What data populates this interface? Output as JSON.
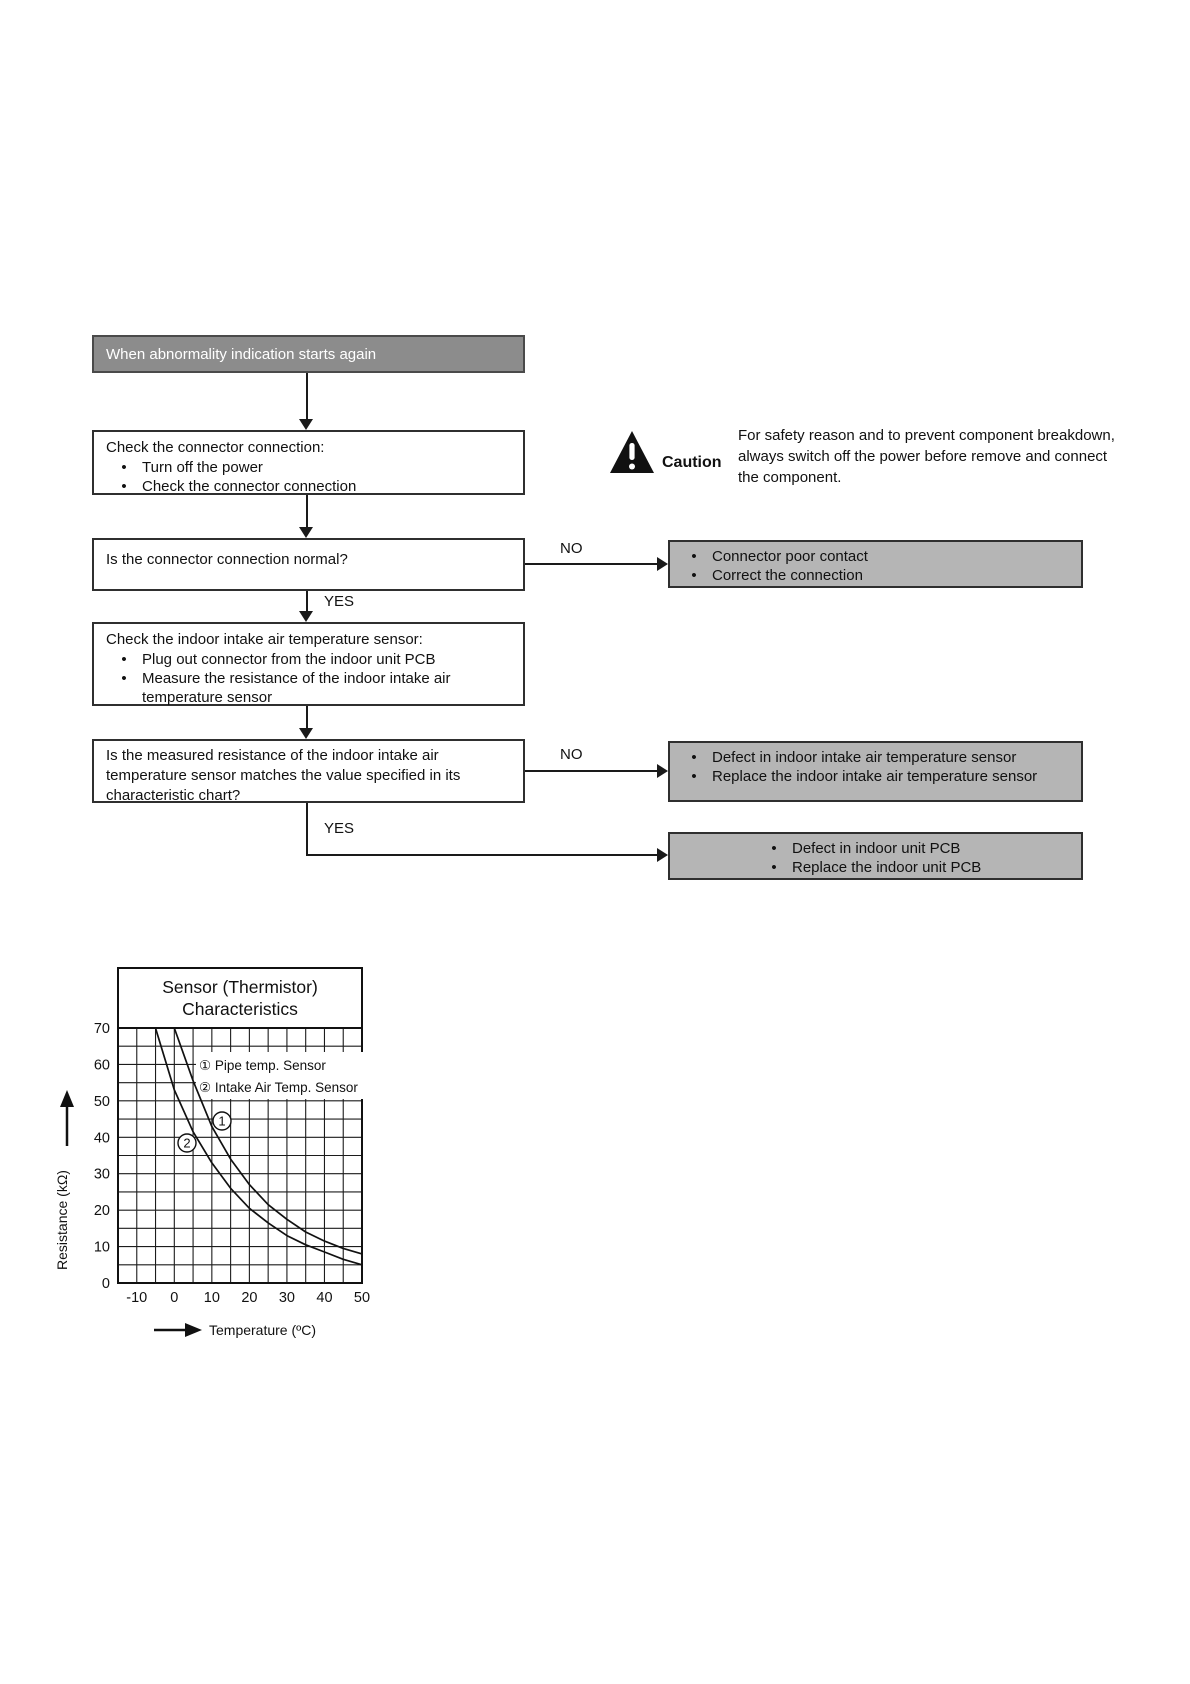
{
  "glyphs": {
    "bullet": "•"
  },
  "colors": {
    "flow_line": "#1a1a1a",
    "box_border": "#2f2f2f",
    "start_box_fill": "#8c8c8c",
    "start_box_text": "#ffffff",
    "result_box_fill": "#b5b5b5",
    "page_bg": "#ffffff"
  },
  "flowchart": {
    "start": "When abnormality indication starts again",
    "yes_label": "YES",
    "no_label": "NO",
    "step_check_connector": {
      "title": "Check the connector connection:",
      "bullets": [
        "Turn off the power",
        "Check the connector connection"
      ]
    },
    "caution": {
      "label": "Caution",
      "text": "For safety reason and to prevent component breakdown, always switch off the power before remove and connect the component."
    },
    "q_connector": "Is the connector connection normal?",
    "result_connector": [
      "Connector poor contact",
      "Correct the connection"
    ],
    "step_check_sensor": {
      "title": "Check the indoor intake air temperature sensor:",
      "bullets": [
        "Plug out connector from the indoor unit PCB",
        "Measure the resistance of the indoor intake air temperature sensor"
      ]
    },
    "q_resistance": "Is the measured resistance of the indoor intake air temperature sensor matches the value specified in its characteristic chart?",
    "result_sensor": [
      "Defect in indoor intake air temperature sensor",
      "Replace the indoor intake air temperature sensor"
    ],
    "result_pcb": [
      "Defect in indoor unit PCB",
      "Replace the indoor unit PCB"
    ]
  },
  "chart_data": {
    "type": "line",
    "title_lines": [
      "Sensor (Thermistor)",
      "Characteristics"
    ],
    "xlabel": "Temperature (ºC)",
    "ylabel": "Resistance (kΩ)",
    "xlim": [
      -15,
      50
    ],
    "ylim": [
      0,
      70
    ],
    "x_ticks": [
      -10,
      0,
      10,
      20,
      30,
      40,
      50
    ],
    "y_ticks": [
      0,
      10,
      20,
      30,
      40,
      50,
      60,
      70
    ],
    "grid_step": 5,
    "grid": "on",
    "legend_position": "top-center-inside",
    "series": [
      {
        "name": "Pipe temp. Sensor",
        "marker": "1",
        "legend_label": "① Pipe temp. Sensor",
        "points": [
          [
            0,
            70
          ],
          [
            5,
            55.5
          ],
          [
            10,
            43
          ],
          [
            15,
            34
          ],
          [
            20,
            27
          ],
          [
            25,
            21.5
          ],
          [
            30,
            17.5
          ],
          [
            35,
            14
          ],
          [
            40,
            11.5
          ],
          [
            45,
            9.5
          ],
          [
            50,
            8
          ]
        ]
      },
      {
        "name": "Intake Air Temp. Sensor",
        "marker": "2",
        "legend_label": "② Intake Air Temp. Sensor",
        "points": [
          [
            -5,
            70
          ],
          [
            0,
            53
          ],
          [
            5,
            41.5
          ],
          [
            10,
            33
          ],
          [
            15,
            26
          ],
          [
            20,
            20.5
          ],
          [
            25,
            16.5
          ],
          [
            30,
            13
          ],
          [
            35,
            10.5
          ],
          [
            40,
            8.5
          ],
          [
            45,
            6.5
          ],
          [
            50,
            5
          ]
        ]
      }
    ]
  }
}
